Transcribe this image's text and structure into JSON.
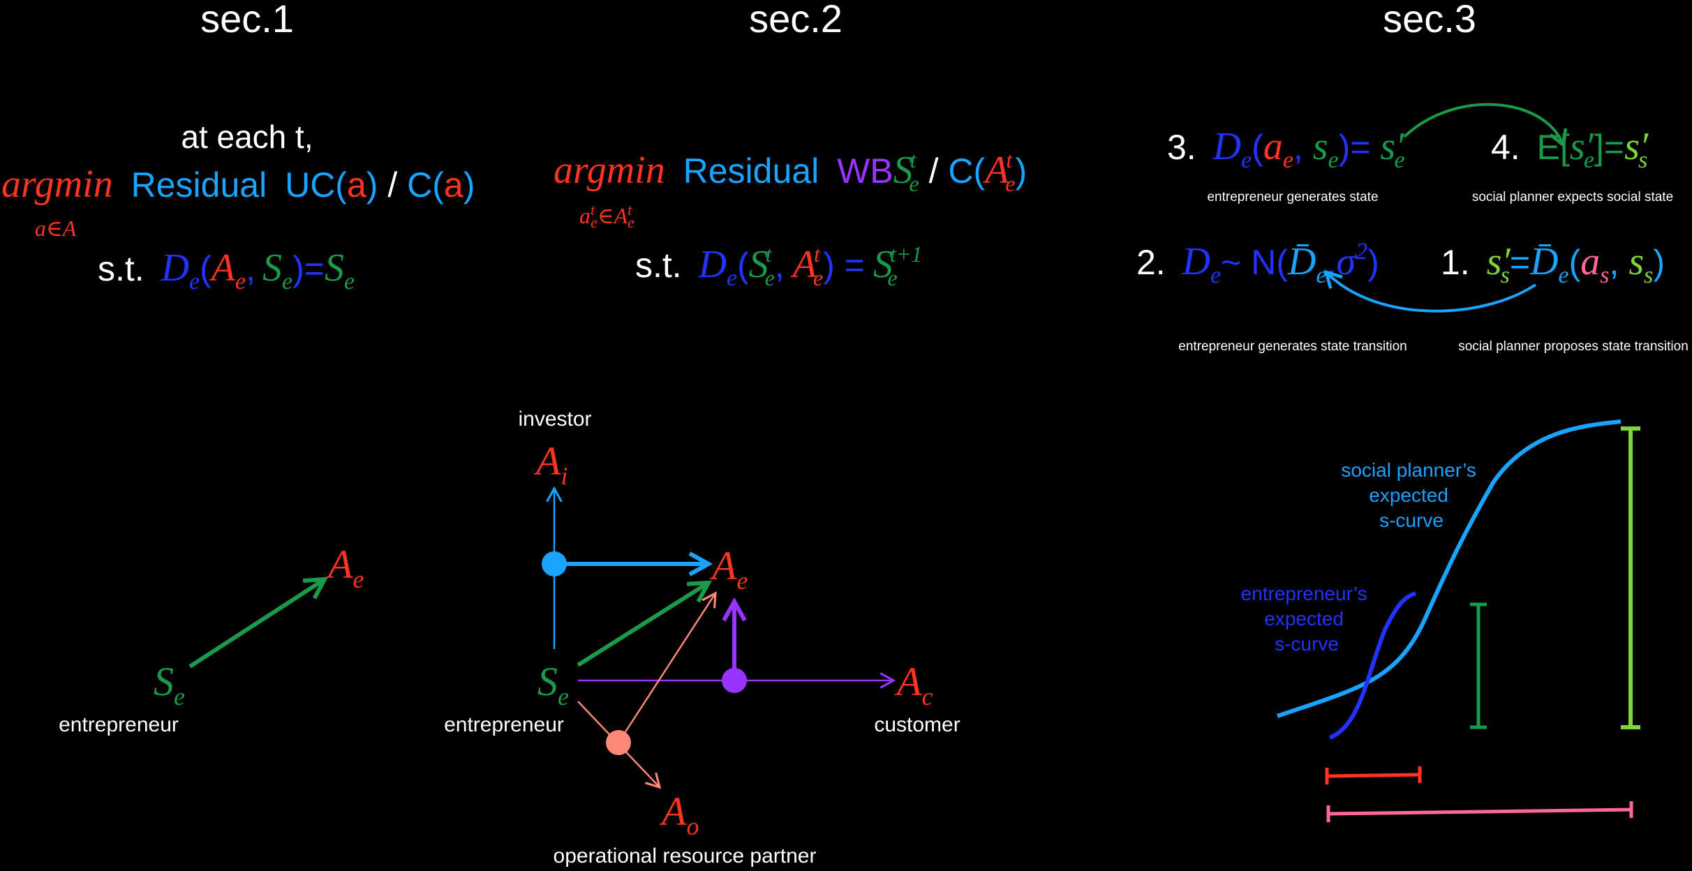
{
  "headers": {
    "sec1": "sec.1",
    "sec2": "sec.2",
    "sec3": "sec.3"
  },
  "sec1": {
    "line1": "at each t,",
    "argmin": "argmin",
    "residual": "Residual",
    "uc": "UC(",
    "a": "a",
    "close_paren": ")",
    "slash": " / ",
    "c": "C(",
    "sub_a": "a∈A",
    "st": "s.t.",
    "D": "D",
    "e": "e",
    "open_paren": "(",
    "A": "A",
    "comma": ",",
    "S": "S",
    "equals": ")=",
    "node_Ae": "A",
    "node_Se": "S",
    "label_entrepreneur": "entrepreneur"
  },
  "sec2": {
    "argmin": "argmin",
    "residual": "Residual",
    "wb": "WB",
    "S": "S",
    "sup_t": "t",
    "sub_e": "e",
    "slash": " / ",
    "c": "C(",
    "A": "A",
    "close_paren": ")",
    "sub_constraint": "a",
    "sub_in": "∈A",
    "st": "s.t.",
    "D": "D",
    "open_paren": "(",
    "comma": ",",
    "eq": ") =",
    "sup_t1": "t+1",
    "label_investor": "investor",
    "label_entrepreneur": "entrepreneur",
    "label_customer": "customer",
    "label_operational": "operational resource partner",
    "node_Ai": "A",
    "sub_i": "i",
    "node_Ae": "A",
    "node_Se": "S",
    "node_Ac": "A",
    "sub_c": "c",
    "node_Ao": "A",
    "sub_o": "o"
  },
  "sec3": {
    "eq3_num": "3.",
    "eq3_D": "D",
    "eq3_e": "e",
    "eq3_open": "(",
    "eq3_a": "a",
    "eq3_comma": ", ",
    "eq3_s": "s",
    "eq3_close": ")= ",
    "eq3_sprime": "s′",
    "eq3_caption": "entrepreneur generates state",
    "eq4_num": "4.",
    "eq4_E": "E[",
    "eq4_s": "s′",
    "eq4_e": "e",
    "eq4_close": "]=",
    "eq4_ss": "s′",
    "eq4_sub": "s",
    "eq4_caption": "social planner expects social state",
    "eq2_num": "2.",
    "eq2_D": "D",
    "eq2_e": "e",
    "eq2_tilde": "~ N(",
    "eq2_Dbar": "D̄",
    "eq2_comma": ",",
    "eq2_sigma": "σ",
    "eq2_sup": "2",
    "eq2_close": ")",
    "eq2_caption": "entrepreneur generates state transition",
    "eq1_num": "1.",
    "eq1_s": "s′",
    "eq1_sub": "s",
    "eq1_eq": "=",
    "eq1_Dbar": "D̄",
    "eq1_e": "e",
    "eq1_open": "(",
    "eq1_a": "a",
    "eq1_comma": ", ",
    "eq1_s2": "s",
    "eq1_close": ")",
    "eq1_caption": "social planner proposes state transition",
    "curve_social_l1": "social planner’s",
    "curve_social_l2": "expected",
    "curve_social_l3": "s-curve",
    "curve_entre_l1": "entrepreneur’s",
    "curve_entre_l2": "expected",
    "curve_entre_l3": "s-curve"
  },
  "colors": {
    "red": "#ff3322",
    "blue_light": "#1aa3ff",
    "blue_dark": "#2233ff",
    "green": "#1a9a4a",
    "green_light": "#7ed63a",
    "purple": "#9933ff",
    "salmon": "#ff8877",
    "pink": "#ff6699",
    "white": "#ffffff"
  }
}
